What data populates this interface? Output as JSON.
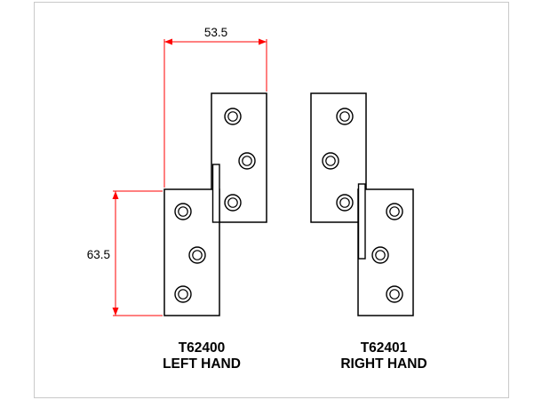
{
  "drawing": {
    "type": "hinge-technical-drawing",
    "dimensions": {
      "width_label": "53.5",
      "height_label": "63.5"
    },
    "parts": [
      {
        "part_number": "T62400",
        "hand": "LEFT HAND"
      },
      {
        "part_number": "T62401",
        "hand": "RIGHT HAND"
      }
    ],
    "colors": {
      "outline": "#000000",
      "dimension_lines": "#ff0000",
      "frame_border": "#c9c9c9",
      "background": "#ffffff"
    }
  }
}
